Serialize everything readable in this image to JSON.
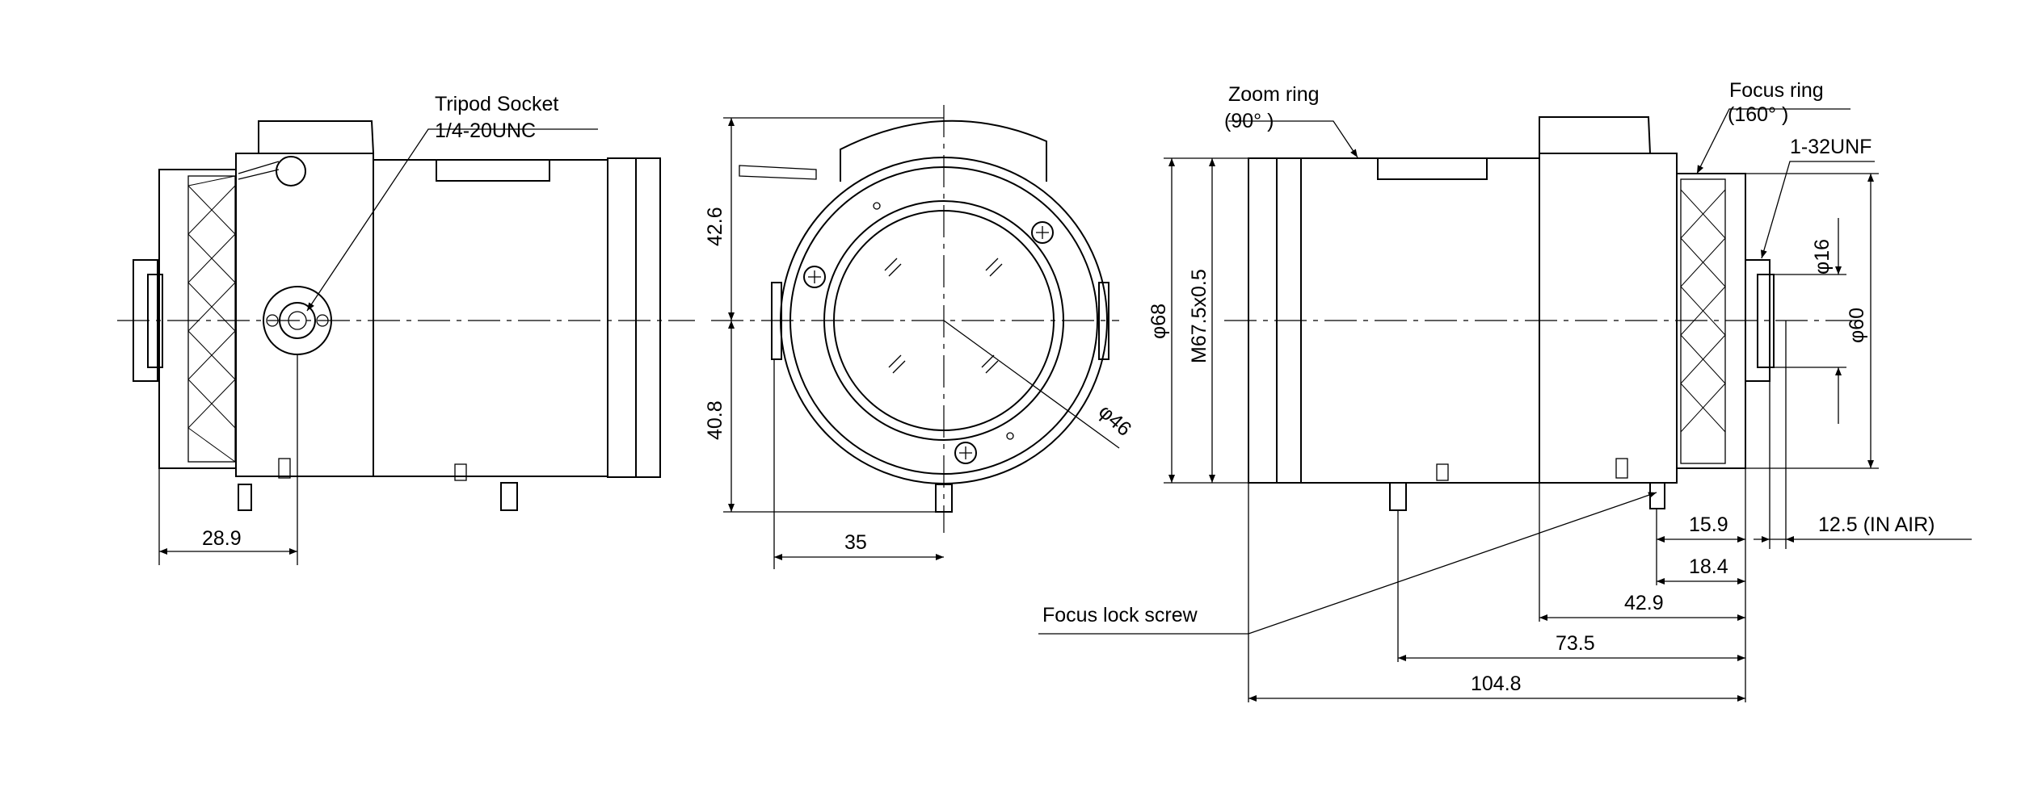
{
  "labels": {
    "tripod_socket": "Tripod Socket",
    "tripod_thread": "1/4-20UNC",
    "zoom_ring": "Zoom ring",
    "zoom_angle": "(90° )",
    "focus_ring": "Focus ring",
    "focus_angle": "(160° )",
    "mount_thread": "1-32UNF",
    "focus_lock_screw": "Focus lock screw"
  },
  "dimensions": {
    "tripod_offset": "28.9",
    "upper_half": "42.6",
    "lower_half": "40.8",
    "side_offset": "35",
    "front_dia": "φ46",
    "outer_dia": "φ68",
    "filter_thread": "M67.5x0.5",
    "mount_dia": "φ16",
    "rear_dia": "φ60",
    "flange": "15.9",
    "back_focus": "12.5 (IN AIR)",
    "mount_len": "18.4",
    "rear_len": "42.9",
    "screw_pos": "73.5",
    "total_len": "104.8"
  }
}
